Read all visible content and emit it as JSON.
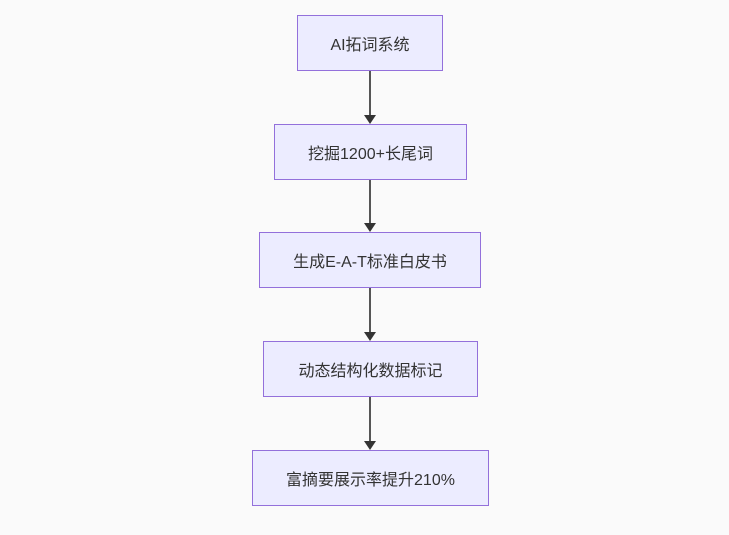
{
  "page": {
    "background_color": "#fafafa"
  },
  "flowchart": {
    "type": "flowchart",
    "direction": "top-down",
    "style": {
      "node_fill": "#ECECFF",
      "node_border": "#9370DB",
      "node_text_color": "#333333",
      "edge_line_color": "#555555",
      "arrowhead_color": "#333333"
    },
    "nodes": [
      {
        "id": "n1",
        "label": "AI拓词系统"
      },
      {
        "id": "n2",
        "label": "挖掘1200+长尾词"
      },
      {
        "id": "n3",
        "label": "生成E-A-T标准白皮书"
      },
      {
        "id": "n4",
        "label": "动态结构化数据标记"
      },
      {
        "id": "n5",
        "label": "富摘要展示率提升210%"
      }
    ],
    "edges": [
      {
        "from": "n1",
        "to": "n2"
      },
      {
        "from": "n2",
        "to": "n3"
      },
      {
        "from": "n3",
        "to": "n4"
      },
      {
        "from": "n4",
        "to": "n5"
      }
    ]
  }
}
